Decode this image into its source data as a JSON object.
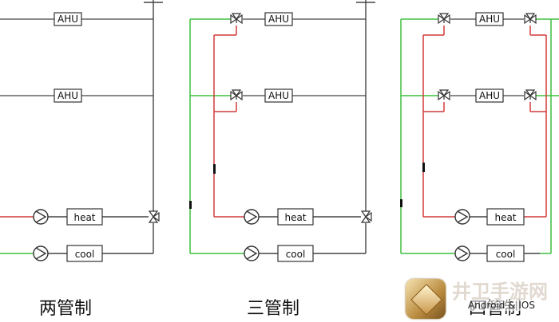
{
  "labels": {
    "ahu": "AHU",
    "heat": "heat",
    "cool": "cool"
  },
  "captions": {
    "two_pipe": "两管制",
    "three_pipe": "三管制",
    "four_pipe": "四管制"
  },
  "watermark": {
    "site": "井卫手游网",
    "platform": "Android & IOS"
  },
  "colors": {
    "supply": "#d23a3a",
    "return": "#3fbf3f",
    "pipe": "#444444",
    "box_stroke": "#333333"
  }
}
